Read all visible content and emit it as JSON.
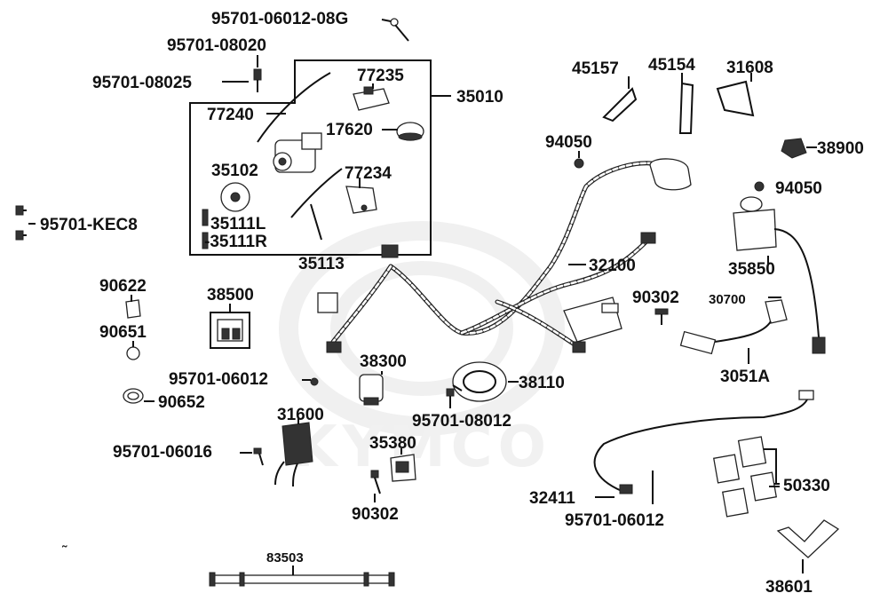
{
  "watermark": "KYMCO",
  "labels": {
    "p95701_06012_08G": "95701-06012-08G",
    "p95701_08020": "95701-08020",
    "p95701_08025": "95701-08025",
    "p77235": "77235",
    "p35010": "35010",
    "p77240": "77240",
    "p17620": "17620",
    "p35102": "35102",
    "p77234": "77234",
    "p35111L": "35111L",
    "p35111R": "-35111R",
    "p35113": "35113",
    "p95701_KEC8": "95701-KEC8",
    "p45157": "45157",
    "p45154": "45154",
    "p31608": "31608",
    "p94050_a": "94050",
    "p38900": "38900",
    "p94050_b": "94050",
    "p32100": "32100",
    "p35850": "35850",
    "p90622": "90622",
    "p38500": "38500",
    "p90302_a": "90302",
    "p30700": "30700",
    "p90651": "90651",
    "p3051A": "3051A",
    "p38300": "38300",
    "p95701_06012_a": "95701-06012",
    "p38110": "38110",
    "p90652": "90652",
    "p95701_08012": "95701-08012",
    "p31600": "31600",
    "p35380": "35380",
    "p95701_06016": "95701-06016",
    "p50330": "50330",
    "p32411": "32411",
    "p95701_06012_b": "95701-06012",
    "p90302_b": "90302",
    "p83503": "83503",
    "p38601": "38601"
  }
}
